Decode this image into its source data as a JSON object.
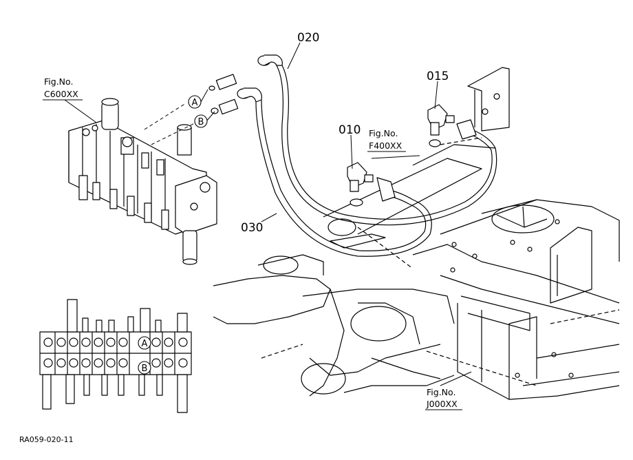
{
  "diagram": {
    "parts": {
      "p020": "020",
      "p015": "015",
      "p010": "010",
      "p030": "030"
    },
    "fig_refs": {
      "c600": {
        "line1": "Fig.No.",
        "line2": "C600XX"
      },
      "f400": {
        "line1": "Fig.No.",
        "line2": "F400XX"
      },
      "j000": {
        "line1": "Fig.No.",
        "line2": "J000XX"
      }
    },
    "markers": {
      "a": "A",
      "b": "B"
    },
    "drawing_code": "RA059-020-11"
  }
}
